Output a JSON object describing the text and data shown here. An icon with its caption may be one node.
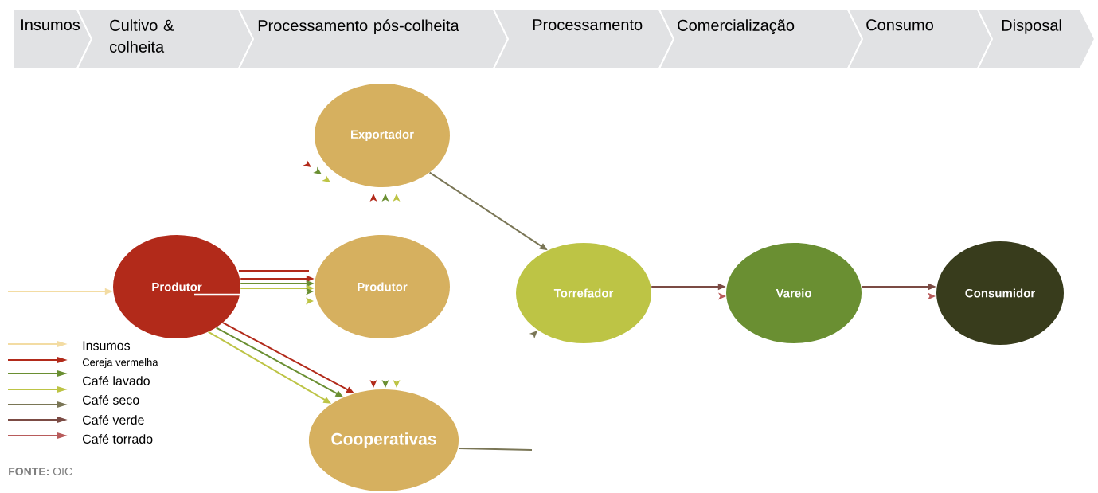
{
  "diagram": {
    "nodes": [
      {
        "text": [
          "Insumos"
        ]
      },
      {
        "text": [
          "Cultivo & colheita"
        ]
      },
      {
        "text": [
          "Processamento pós-colheita"
        ]
      },
      {
        "text": [
          "Processamento"
        ]
      },
      {
        "text": [
          "Comercialização"
        ]
      },
      {
        "text": [
          "Consumo"
        ]
      },
      {
        "text": [
          "Disposal"
        ]
      },
      {
        "text": [
          "Exportador"
        ]
      },
      {
        "text": [
          "Produtor"
        ]
      },
      {
        "text": [
          "Produtor"
        ]
      },
      {
        "text": [
          "Torrefador"
        ]
      },
      {
        "text": [
          "Vareio"
        ]
      },
      {
        "text": [
          "Consumidor"
        ]
      },
      {
        "text": [
          "Cooperativas"
        ]
      }
    ],
    "edges": [
      {
        "from": null,
        "to": 8,
        "arrow": "to",
        "color": "#f3dca3"
      },
      {
        "from": 8,
        "to": 9,
        "arrow": "to",
        "color": "#b22a1a"
      },
      {
        "from": 8,
        "to": 9,
        "arrow": "to",
        "color": "#6a8f32"
      },
      {
        "from": 8,
        "to": 9,
        "arrow": "to",
        "color": "#bdc445"
      },
      {
        "from": 8,
        "to": 13,
        "arrow": "to",
        "color": "#b22a1a"
      },
      {
        "from": 8,
        "to": 13,
        "arrow": "to",
        "color": "#6a8f32"
      },
      {
        "from": 8,
        "to": 13,
        "arrow": "to",
        "color": "#bdc445"
      },
      {
        "from": 7,
        "to": 10,
        "arrow": "to",
        "color": "#7a7656"
      },
      {
        "from": 10,
        "to": 11,
        "arrow": "to",
        "color": "#7b4b44"
      },
      {
        "from": 11,
        "to": 12,
        "arrow": "to",
        "color": "#7b4b44"
      },
      {
        "from": 13,
        "to": null,
        "arrow": "none",
        "color": "#7a7656"
      }
    ],
    "labels": [
      "**FONTE:** OIC"
    ],
    "legend": [
      {
        "text": "Insumos"
      },
      {
        "text": "Cereja vermelha"
      },
      {
        "text": "Café lavado"
      },
      {
        "text": "Café seco"
      },
      {
        "text": "Café verde"
      },
      {
        "text": "Café torrado"
      }
    ]
  }
}
